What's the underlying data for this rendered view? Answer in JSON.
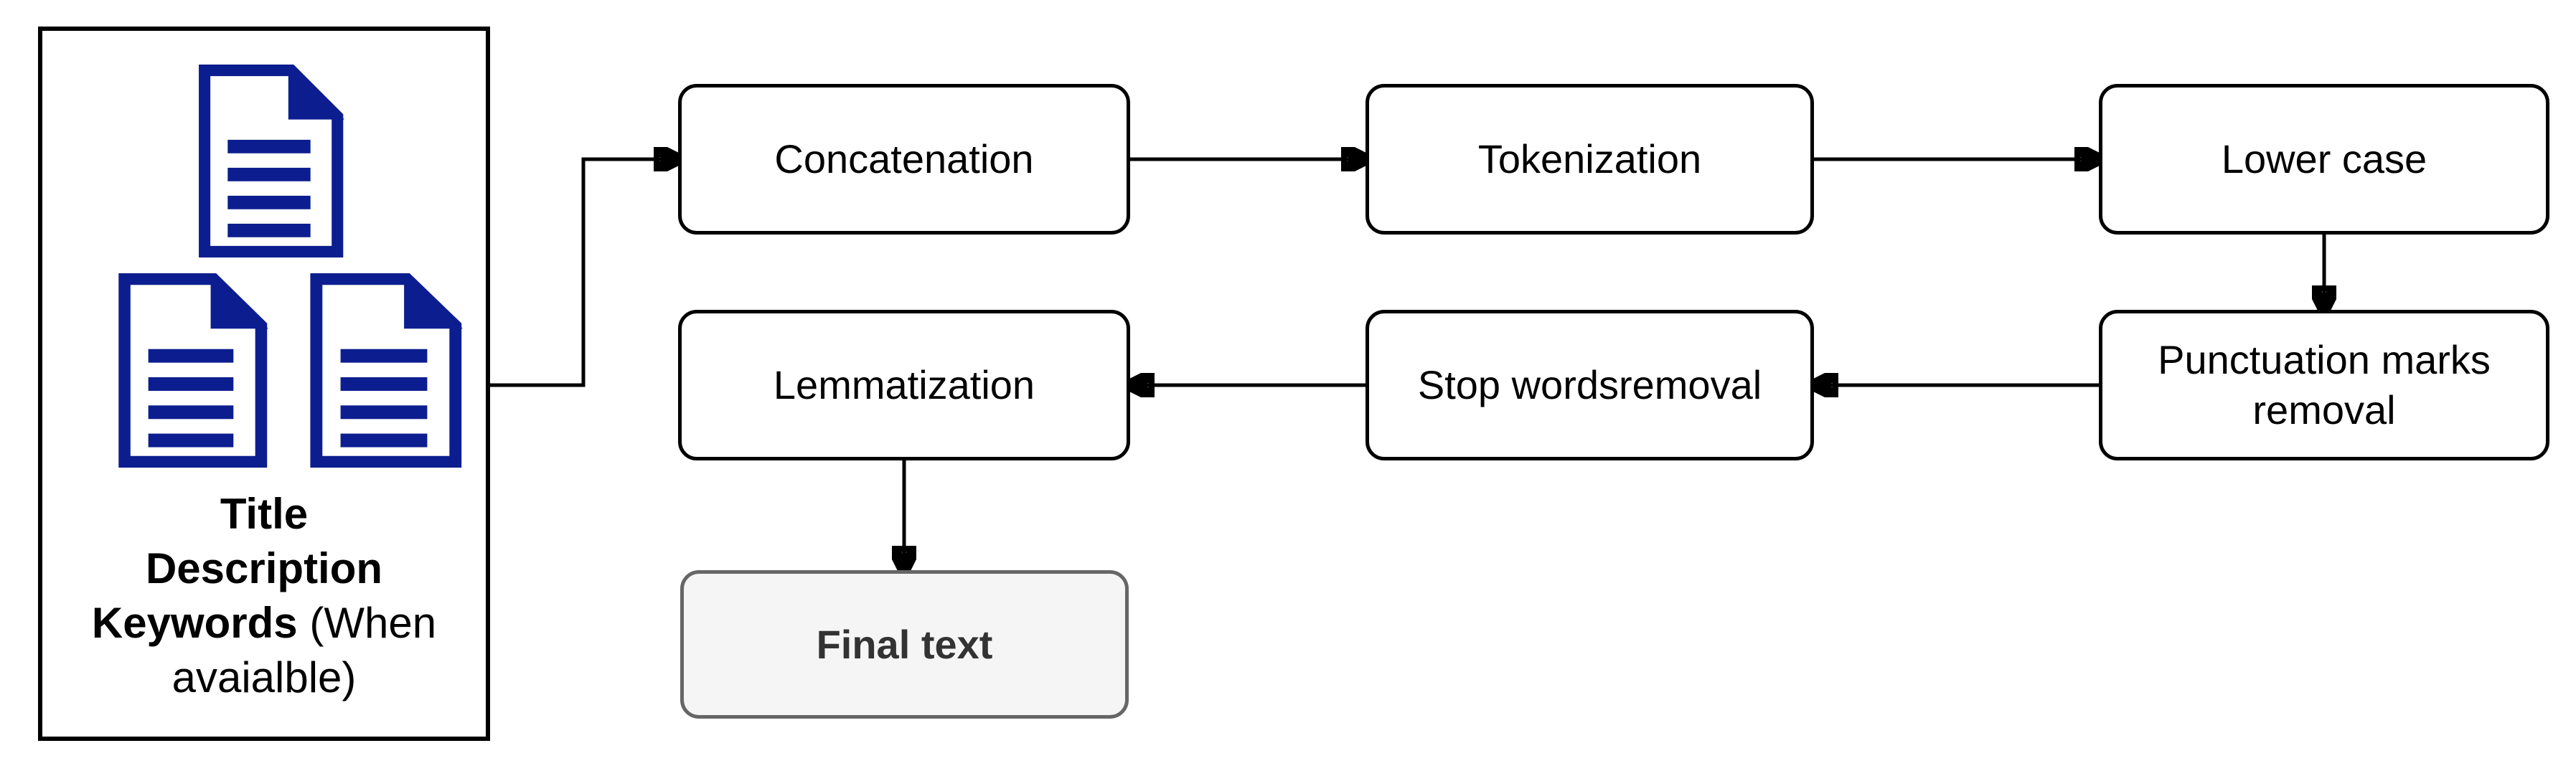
{
  "diagram": {
    "type": "flowchart",
    "description": "Text preprocessing pipeline flowchart",
    "source_box": {
      "document_icon_count": 3,
      "caption": {
        "line1_bold": "Title",
        "line2_bold": "Description",
        "line3_bold": "Keywords",
        "line3_regular": " (When",
        "line4_regular": "avaialble)"
      }
    },
    "nodes": [
      {
        "id": "concatenation",
        "label": "Concatenation"
      },
      {
        "id": "tokenization",
        "label": "Tokenization"
      },
      {
        "id": "lower-case",
        "label": "Lower case"
      },
      {
        "id": "punctuation-marks-removal",
        "label": "Punctuation marks\nremoval"
      },
      {
        "id": "stop-words-removal",
        "label": "Stop wordsremoval"
      },
      {
        "id": "lemmatization",
        "label": "Lemmatization"
      },
      {
        "id": "final-text",
        "label": "Final text"
      }
    ],
    "edges": [
      {
        "from": "source-documents",
        "to": "concatenation"
      },
      {
        "from": "concatenation",
        "to": "tokenization"
      },
      {
        "from": "tokenization",
        "to": "lower-case"
      },
      {
        "from": "lower-case",
        "to": "punctuation-marks-removal"
      },
      {
        "from": "punctuation-marks-removal",
        "to": "stop-words-removal"
      },
      {
        "from": "stop-words-removal",
        "to": "lemmatization"
      },
      {
        "from": "lemmatization",
        "to": "final-text"
      }
    ],
    "colors": {
      "node_border": "#000000",
      "node_fill": "#ffffff",
      "connector": "#000000",
      "document_icon": "#0c1e8f",
      "final_box_border": "#666666",
      "final_box_fill": "#f5f5f5",
      "final_box_text": "#333333"
    }
  }
}
